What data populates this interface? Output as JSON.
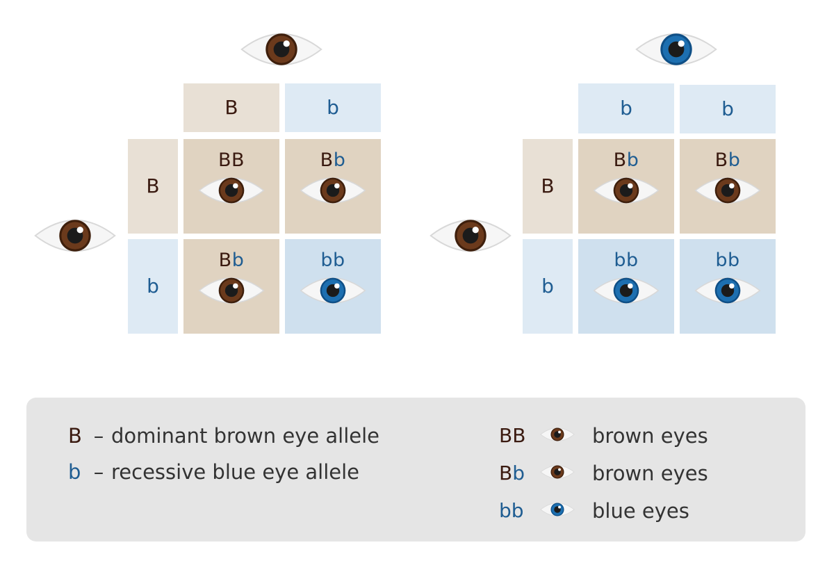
{
  "colors": {
    "brown_allele_text": "#3a1a10",
    "blue_allele_text": "#1f5d92",
    "brown_iris": "#6b3a1c",
    "blue_iris": "#1d6fb0",
    "brown_header_bg": "#e8e0d5",
    "blue_header_bg": "#deeaf4",
    "brown_result_bg": "#e0d3c1",
    "blue_result_bg": "#cfe0ee",
    "legend_bg": "#e5e5e5"
  },
  "icons": {
    "brown": "brown-eye-icon",
    "blue": "blue-eye-icon"
  },
  "squares": [
    {
      "top_parent_eye": "brown",
      "side_parent_eye": "brown",
      "col_headers": [
        "B",
        "b"
      ],
      "row_headers": [
        "B",
        "b"
      ],
      "cells": [
        {
          "a1": "B",
          "a2": "B",
          "eye": "brown"
        },
        {
          "a1": "B",
          "a2": "b",
          "eye": "brown"
        },
        {
          "a1": "B",
          "a2": "b",
          "eye": "brown"
        },
        {
          "a1": "b",
          "a2": "b",
          "eye": "blue"
        }
      ]
    },
    {
      "top_parent_eye": "blue",
      "side_parent_eye": "brown",
      "col_headers": [
        "b",
        "b"
      ],
      "row_headers": [
        "B",
        "b"
      ],
      "cells": [
        {
          "a1": "B",
          "a2": "b",
          "eye": "brown"
        },
        {
          "a1": "B",
          "a2": "b",
          "eye": "brown"
        },
        {
          "a1": "b",
          "a2": "b",
          "eye": "blue"
        },
        {
          "a1": "b",
          "a2": "b",
          "eye": "blue"
        }
      ]
    }
  ],
  "legend": {
    "alleles": [
      {
        "symbol": "B",
        "dash": "–",
        "text": "dominant brown eye allele"
      },
      {
        "symbol": "b",
        "dash": "–",
        "text": "recessive blue eye allele"
      }
    ],
    "genotypes": [
      {
        "a1": "B",
        "a2": "B",
        "eye": "brown",
        "label": "brown eyes"
      },
      {
        "a1": "B",
        "a2": "b",
        "eye": "brown",
        "label": "brown eyes"
      },
      {
        "a1": "b",
        "a2": "b",
        "eye": "blue",
        "label": "blue eyes"
      }
    ]
  }
}
